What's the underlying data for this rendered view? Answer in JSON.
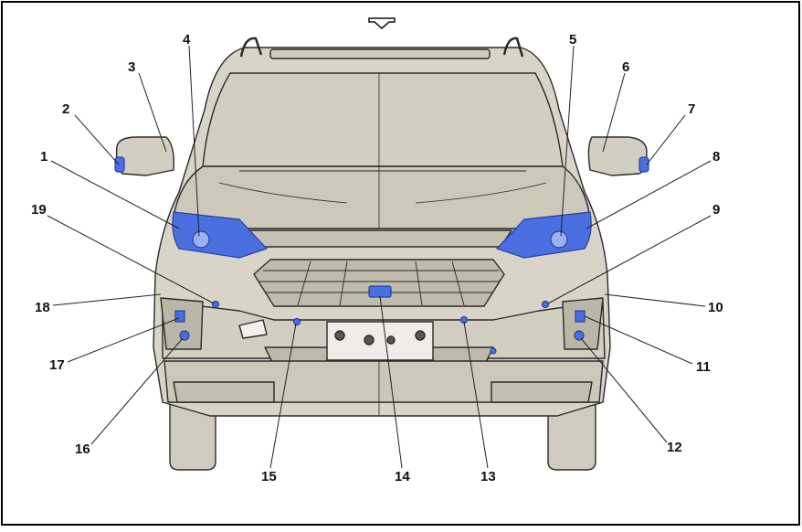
{
  "diagram": {
    "callouts": [
      "1",
      "2",
      "3",
      "4",
      "5",
      "6",
      "7",
      "8",
      "9",
      "10",
      "11",
      "12",
      "13",
      "14",
      "15",
      "16",
      "17",
      "18",
      "19"
    ]
  },
  "colors": {
    "body_fill": "#d8d5c8",
    "body_shade": "#c6c3b5",
    "line": "#2a2a2a",
    "highlight": "#4a6fe0",
    "highlight_light": "#9ab2f2",
    "frame": "#000000"
  },
  "icons": {
    "orientation_arrow": "down-arrow-icon"
  }
}
